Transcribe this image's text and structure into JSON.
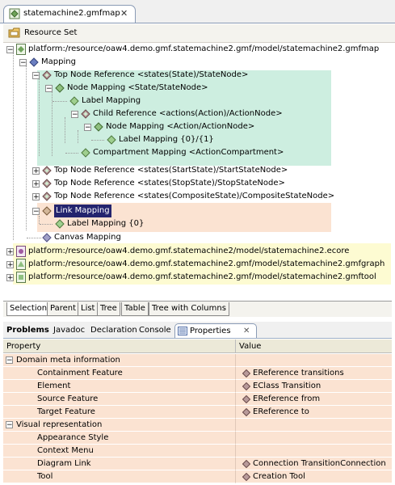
{
  "editor": {
    "tab_title": "statemachine2.gmfmap"
  },
  "resource_set": {
    "label": "Resource Set"
  },
  "tree": {
    "root": "platform:/resource/oaw4.demo.gmf.statemachine2.gmf/model/statemachine2.gmfmap",
    "mapping": "Mapping",
    "nodes": [
      "Top Node Reference <states(State)/StateNode>",
      "Node Mapping <State/StateNode>",
      "Label Mapping",
      "Child Reference <actions(Action)/ActionNode>",
      "Node Mapping <Action/ActionNode>",
      "Label Mapping {0}/{1}",
      "Compartment Mapping <ActionCompartment>",
      "Top Node Reference <states(StartState)/StartStateNode>",
      "Top Node Reference <states(StopState)/StopStateNode>",
      "Top Node Reference <states(CompositeState)/CompositeStateNode>",
      "Link Mapping",
      "Label Mapping {0}",
      "Canvas Mapping"
    ],
    "resources": [
      "platform:/resource/oaw4.demo.gmf.statemachine2/model/statemachine2.ecore",
      "platform:/resource/oaw4.demo.gmf.statemachine2.gmf/model/statemachine2.gmfgraph",
      "platform:/resource/oaw4.demo.gmf.statemachine2.gmf/model/statemachine2.gmftool"
    ],
    "highlight_colors": {
      "green": "#cdeee0",
      "orange": "#fbe3d2",
      "yellow": "#fdfbd2",
      "selection": "#24246e"
    }
  },
  "editor_tabs": [
    "Selection",
    "Parent",
    "List",
    "Tree",
    "Table",
    "Tree with Columns"
  ],
  "view_tabs": [
    "Problems",
    "Javadoc",
    "Declaration",
    "Console",
    "Properties"
  ],
  "properties": {
    "headers": {
      "property": "Property",
      "value": "Value"
    },
    "groups": [
      {
        "name": "Domain meta information",
        "rows": [
          {
            "property": "Containment Feature",
            "value": "EReference transitions"
          },
          {
            "property": "Element",
            "value": "EClass Transition"
          },
          {
            "property": "Source Feature",
            "value": "EReference from"
          },
          {
            "property": "Target Feature",
            "value": "EReference to"
          }
        ]
      },
      {
        "name": "Visual representation",
        "rows": [
          {
            "property": "Appearance Style",
            "value": ""
          },
          {
            "property": "Context Menu",
            "value": ""
          },
          {
            "property": "Diagram Link",
            "value": "Connection TransitionConnection"
          },
          {
            "property": "Tool",
            "value": "Creation Tool"
          }
        ]
      }
    ]
  }
}
